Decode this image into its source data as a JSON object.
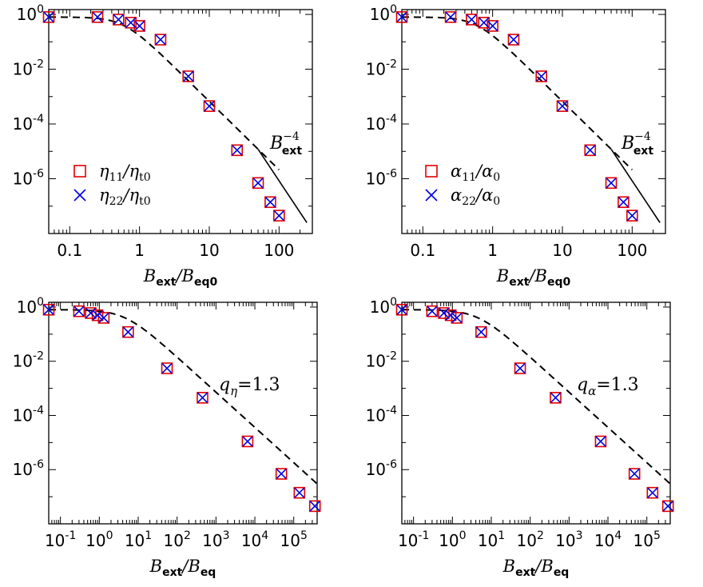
{
  "chart_data": [
    {
      "type": "scatter",
      "panel": "top-left",
      "xscale": "log",
      "yscale": "log",
      "xlim": [
        0.05,
        300
      ],
      "ylim": [
        1e-08,
        1.5
      ],
      "xlabel_main": "B",
      "xlabel_sub": "ext",
      "xlabel_mid": "/B",
      "xlabel_sub2": "eq0",
      "xticks": [
        {
          "v": 0.1,
          "label": "0.1"
        },
        {
          "v": 1,
          "label": "1"
        },
        {
          "v": 10,
          "label": "10"
        },
        {
          "v": 100,
          "label": "100"
        }
      ],
      "yticks": [
        {
          "v": 1,
          "label": "10",
          "exp": "0"
        },
        {
          "v": 0.01,
          "label": "10",
          "exp": "-2"
        },
        {
          "v": 0.0001,
          "label": "10",
          "exp": "-4"
        },
        {
          "v": 1e-06,
          "label": "10",
          "exp": "-6"
        }
      ],
      "series": [
        {
          "name": "η11/ηt0",
          "marker": "square",
          "color": "#e00000",
          "x": [
            0.05,
            0.25,
            0.5,
            0.75,
            1,
            2,
            5,
            10,
            25,
            50,
            75,
            100
          ],
          "y": [
            0.8,
            0.8,
            0.65,
            0.5,
            0.38,
            0.12,
            0.0055,
            0.00045,
            1.1e-05,
            7e-07,
            1.4e-07,
            4.5e-08
          ]
        },
        {
          "name": "η22/ηt0",
          "marker": "x",
          "color": "#0000e0",
          "x": [
            0.05,
            0.25,
            0.5,
            0.75,
            1,
            2,
            5,
            10,
            25,
            50,
            75,
            100
          ],
          "y": [
            0.8,
            0.8,
            0.65,
            0.5,
            0.38,
            0.12,
            0.0055,
            0.00045,
            1.1e-05,
            7e-07,
            1.4e-07,
            4.5e-08
          ]
        }
      ],
      "legend": [
        {
          "sym": "η",
          "sub": "11",
          "mid": "/η",
          "sub2": "t0"
        },
        {
          "sym": "η",
          "sub": "22",
          "mid": "/η",
          "sub2": "t0"
        }
      ],
      "fit": {
        "A": 0.8,
        "b": 1.7,
        "q": 2.5,
        "xmin": 0.05,
        "xmax": 100
      },
      "ref_line": {
        "x": [
          50,
          250
        ],
        "y": [
          1.2e-05,
          2.5e-08
        ]
      },
      "annotation": {
        "base": "B",
        "exp": "−4",
        "sub": "ext"
      }
    },
    {
      "type": "scatter",
      "panel": "top-right",
      "xscale": "log",
      "yscale": "log",
      "xlim": [
        0.05,
        300
      ],
      "ylim": [
        1e-08,
        1.5
      ],
      "xlabel_main": "B",
      "xlabel_sub": "ext",
      "xlabel_mid": "/B",
      "xlabel_sub2": "eq0",
      "xticks": [
        {
          "v": 0.1,
          "label": "0.1"
        },
        {
          "v": 1,
          "label": "1"
        },
        {
          "v": 10,
          "label": "10"
        },
        {
          "v": 100,
          "label": "100"
        }
      ],
      "yticks": [
        {
          "v": 1,
          "label": "10",
          "exp": "0"
        },
        {
          "v": 0.01,
          "label": "10",
          "exp": "-2"
        },
        {
          "v": 0.0001,
          "label": "10",
          "exp": "-4"
        },
        {
          "v": 1e-06,
          "label": "10",
          "exp": "-6"
        }
      ],
      "series": [
        {
          "name": "α11/α0",
          "marker": "square",
          "color": "#e00000",
          "x": [
            0.05,
            0.25,
            0.5,
            0.75,
            1,
            2,
            5,
            10,
            25,
            50,
            75,
            100
          ],
          "y": [
            0.8,
            0.8,
            0.65,
            0.5,
            0.38,
            0.12,
            0.0055,
            0.00045,
            1.1e-05,
            7e-07,
            1.4e-07,
            4.5e-08
          ]
        },
        {
          "name": "α22/α0",
          "marker": "x",
          "color": "#0000e0",
          "x": [
            0.05,
            0.25,
            0.5,
            0.75,
            1,
            2,
            5,
            10,
            25,
            50,
            75,
            100
          ],
          "y": [
            0.8,
            0.8,
            0.65,
            0.5,
            0.38,
            0.12,
            0.0055,
            0.00045,
            1.1e-05,
            7e-07,
            1.4e-07,
            4.5e-08
          ]
        }
      ],
      "legend": [
        {
          "sym": "α",
          "sub": "11",
          "mid": "/α",
          "sub2": "0"
        },
        {
          "sym": "α",
          "sub": "22",
          "mid": "/α",
          "sub2": "0"
        }
      ],
      "fit": {
        "A": 0.8,
        "b": 1.7,
        "q": 2.5,
        "xmin": 0.05,
        "xmax": 100
      },
      "ref_line": {
        "x": [
          50,
          250
        ],
        "y": [
          1.2e-05,
          2.5e-08
        ]
      },
      "annotation": {
        "base": "B",
        "exp": "−4",
        "sub": "ext"
      }
    },
    {
      "type": "scatter",
      "panel": "bottom-left",
      "xscale": "log",
      "yscale": "log",
      "xlim": [
        0.05,
        400000
      ],
      "ylim": [
        1e-08,
        1.5
      ],
      "xlabel_main": "B",
      "xlabel_sub": "ext",
      "xlabel_mid": "/B",
      "xlabel_sub2": "eq",
      "xticks": [
        {
          "v": 0.1,
          "label": "10",
          "exp": "-1"
        },
        {
          "v": 1,
          "label": "10",
          "exp": "0"
        },
        {
          "v": 10,
          "label": "10",
          "exp": "1"
        },
        {
          "v": 100,
          "label": "10",
          "exp": "2"
        },
        {
          "v": 1000,
          "label": "10",
          "exp": "3"
        },
        {
          "v": 10000,
          "label": "10",
          "exp": "4"
        },
        {
          "v": 100000,
          "label": "10",
          "exp": "5"
        }
      ],
      "yticks": [
        {
          "v": 1,
          "label": "10",
          "exp": "0"
        },
        {
          "v": 0.01,
          "label": "10",
          "exp": "-2"
        },
        {
          "v": 0.0001,
          "label": "10",
          "exp": "-4"
        },
        {
          "v": 1e-06,
          "label": "10",
          "exp": "-6"
        }
      ],
      "series": [
        {
          "name": "η11/ηt0",
          "marker": "square",
          "color": "#e00000",
          "x": [
            0.05,
            0.3,
            0.6,
            0.9,
            1.3,
            5.5,
            55,
            450,
            6500,
            48000,
            140000,
            350000
          ],
          "y": [
            0.8,
            0.7,
            0.6,
            0.5,
            0.4,
            0.12,
            0.0055,
            0.00045,
            1.1e-05,
            7e-07,
            1.4e-07,
            4.5e-08
          ]
        },
        {
          "name": "η22/ηt0",
          "marker": "x",
          "color": "#0000e0",
          "x": [
            0.05,
            0.3,
            0.6,
            0.9,
            1.3,
            5.5,
            55,
            450,
            6500,
            48000,
            140000,
            350000
          ],
          "y": [
            0.8,
            0.7,
            0.6,
            0.5,
            0.4,
            0.12,
            0.0055,
            0.00045,
            1.1e-05,
            7e-07,
            1.4e-07,
            4.5e-08
          ]
        }
      ],
      "fit": {
        "A": 0.8,
        "b": 0.22,
        "q": 1.3,
        "xmin": 0.05,
        "xmax": 400000
      },
      "annotation": {
        "base": "q",
        "sub": "η",
        "rest": "=1.3"
      }
    },
    {
      "type": "scatter",
      "panel": "bottom-right",
      "xscale": "log",
      "yscale": "log",
      "xlim": [
        0.05,
        400000
      ],
      "ylim": [
        1e-08,
        1.5
      ],
      "xlabel_main": "B",
      "xlabel_sub": "ext",
      "xlabel_mid": "/B",
      "xlabel_sub2": "eq",
      "xticks": [
        {
          "v": 0.1,
          "label": "10",
          "exp": "-1"
        },
        {
          "v": 1,
          "label": "10",
          "exp": "0"
        },
        {
          "v": 10,
          "label": "10",
          "exp": "1"
        },
        {
          "v": 100,
          "label": "10",
          "exp": "2"
        },
        {
          "v": 1000,
          "label": "10",
          "exp": "3"
        },
        {
          "v": 10000,
          "label": "10",
          "exp": "4"
        },
        {
          "v": 100000,
          "label": "10",
          "exp": "5"
        }
      ],
      "yticks": [
        {
          "v": 1,
          "label": "10",
          "exp": "0"
        },
        {
          "v": 0.01,
          "label": "10",
          "exp": "-2"
        },
        {
          "v": 0.0001,
          "label": "10",
          "exp": "-4"
        },
        {
          "v": 1e-06,
          "label": "10",
          "exp": "-6"
        }
      ],
      "series": [
        {
          "name": "α11/α0",
          "marker": "square",
          "color": "#e00000",
          "x": [
            0.05,
            0.3,
            0.6,
            0.9,
            1.3,
            5.5,
            55,
            450,
            6500,
            48000,
            140000,
            350000
          ],
          "y": [
            0.8,
            0.7,
            0.6,
            0.5,
            0.4,
            0.12,
            0.0055,
            0.00045,
            1.1e-05,
            7e-07,
            1.4e-07,
            4.5e-08
          ]
        },
        {
          "name": "α22/α0",
          "marker": "x",
          "color": "#0000e0",
          "x": [
            0.05,
            0.3,
            0.6,
            0.9,
            1.3,
            5.5,
            55,
            450,
            6500,
            48000,
            140000,
            350000
          ],
          "y": [
            0.8,
            0.7,
            0.6,
            0.5,
            0.4,
            0.12,
            0.0055,
            0.00045,
            1.1e-05,
            7e-07,
            1.4e-07,
            4.5e-08
          ]
        }
      ],
      "fit": {
        "A": 0.8,
        "b": 0.22,
        "q": 1.3,
        "xmin": 0.05,
        "xmax": 400000
      },
      "annotation": {
        "base": "q",
        "sub": "α",
        "rest": "=1.3"
      }
    }
  ]
}
